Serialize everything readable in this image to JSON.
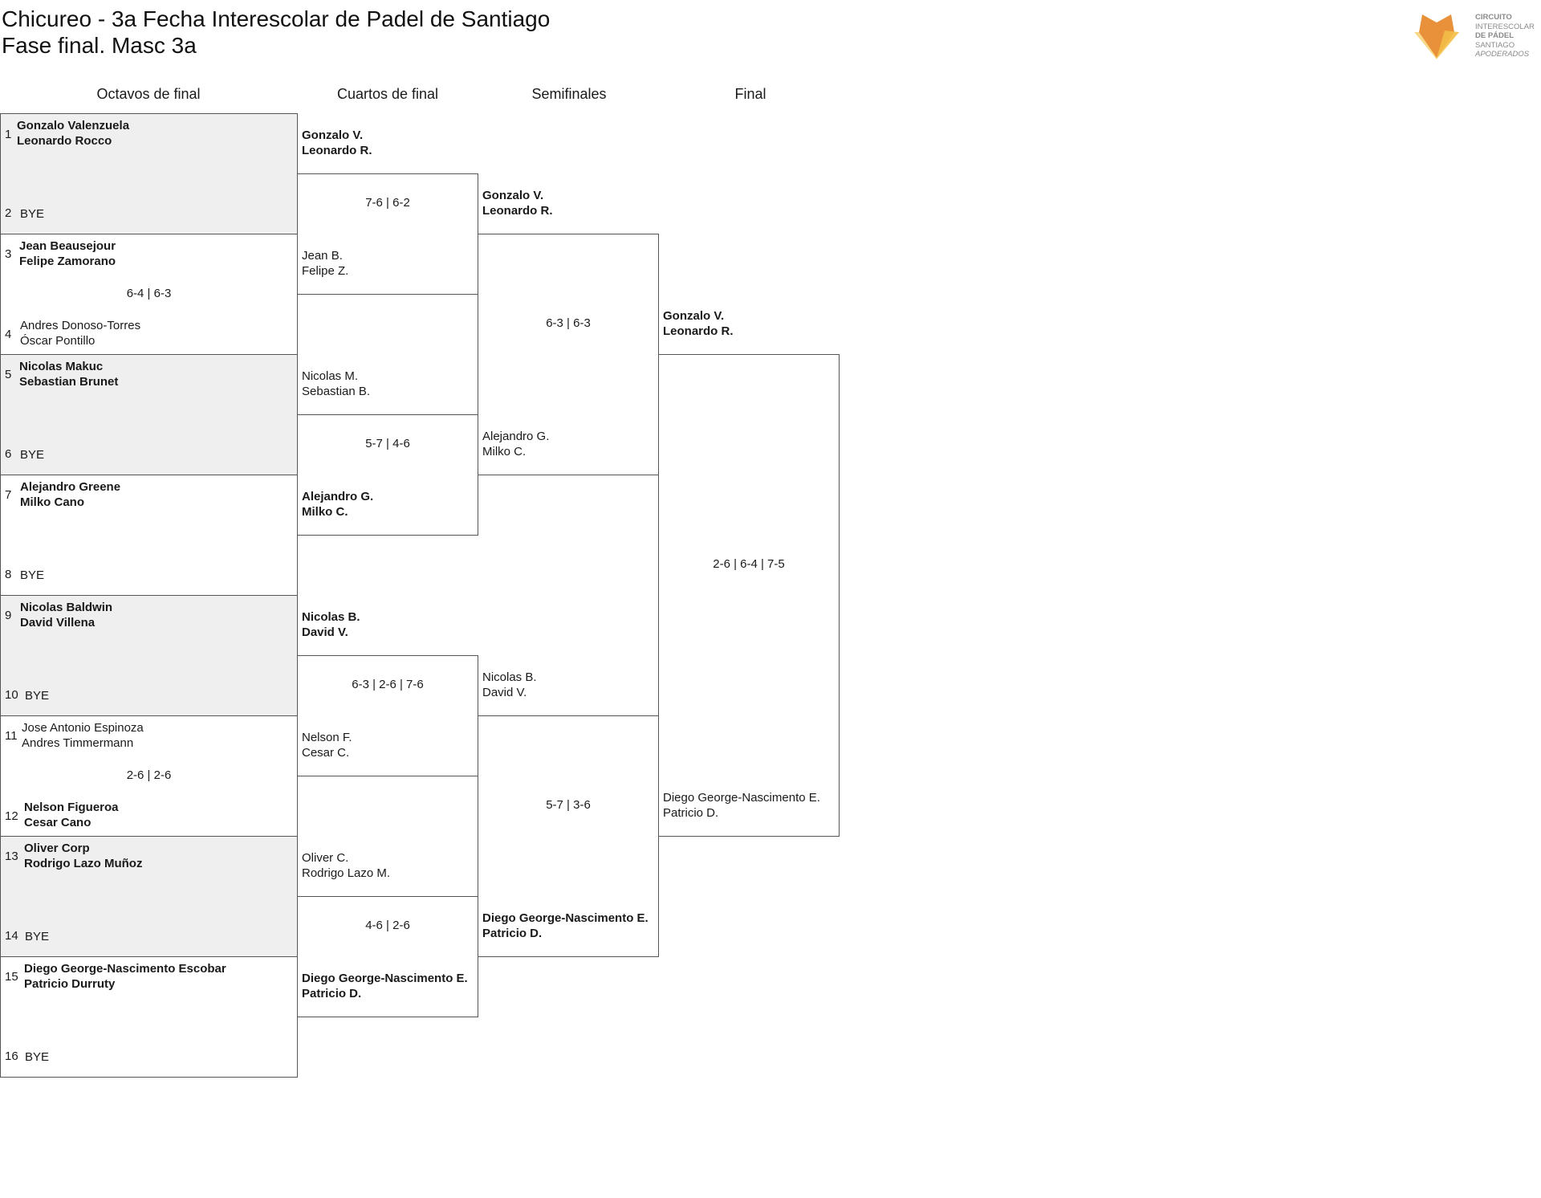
{
  "header": {
    "title": "Chicureo - 3a Fecha Interescolar de Padel de Santiago",
    "subtitle": "Fase final. Masc 3a"
  },
  "logo": {
    "lines": [
      "CIRCUITO",
      "INTERESCOLAR",
      "DE PÁDEL",
      "SANTIAGO",
      "APODERADOS"
    ],
    "colors": {
      "orange": "#e8913a",
      "gold": "#f5c04a",
      "light": "#f8d98a"
    }
  },
  "rounds": {
    "r16": "Octavos de final",
    "qf": "Cuartos de final",
    "sf": "Semifinales",
    "final": "Final"
  },
  "r16": {
    "seeds": [
      "1",
      "2",
      "3",
      "4",
      "5",
      "6",
      "7",
      "8",
      "9",
      "10",
      "11",
      "12",
      "13",
      "14",
      "15",
      "16"
    ],
    "p1": {
      "a": "Gonzalo Valenzuela",
      "b": "Leonardo Rocco"
    },
    "p2": {
      "a": "BYE"
    },
    "p3": {
      "a": "Jean Beausejour",
      "b": "Felipe Zamorano"
    },
    "p4": {
      "a": "Andres Donoso-Torres",
      "b": "Óscar Pontillo"
    },
    "p5": {
      "a": "Nicolas Makuc",
      "b": "Sebastian Brunet"
    },
    "p6": {
      "a": "BYE"
    },
    "p7": {
      "a": "Alejandro Greene",
      "b": "Milko Cano"
    },
    "p8": {
      "a": "BYE"
    },
    "p9": {
      "a": "Nicolas Baldwin",
      "b": "David Villena"
    },
    "p10": {
      "a": "BYE"
    },
    "p11": {
      "a": "Jose Antonio Espinoza",
      "b": "Andres Timmermann"
    },
    "p12": {
      "a": "Nelson Figueroa",
      "b": "Cesar Cano"
    },
    "p13": {
      "a": "Oliver Corp",
      "b": "Rodrigo Lazo Muñoz"
    },
    "p14": {
      "a": "BYE"
    },
    "p15": {
      "a": "Diego George-Nascimento Escobar",
      "b": "Patricio Durruty"
    },
    "p16": {
      "a": "BYE"
    },
    "scores": {
      "m2": "6-4 | 6-3",
      "m6": "2-6 | 2-6"
    }
  },
  "qf": {
    "t1": {
      "a": "Gonzalo V.",
      "b": "Leonardo R."
    },
    "t2": {
      "a": "Jean B.",
      "b": "Felipe Z."
    },
    "t3": {
      "a": "Nicolas M.",
      "b": "Sebastian B."
    },
    "t4": {
      "a": "Alejandro G.",
      "b": "Milko C."
    },
    "t5": {
      "a": "Nicolas B.",
      "b": "David V."
    },
    "t6": {
      "a": "Nelson F.",
      "b": "Cesar C."
    },
    "t7": {
      "a": "Oliver C.",
      "b": "Rodrigo Lazo M."
    },
    "t8": {
      "a": "Diego George-Nascimento E.",
      "b": "Patricio D."
    },
    "scores": {
      "m1": "7-6 | 6-2",
      "m2": "5-7 | 4-6",
      "m3": "6-3 | 2-6 | 7-6",
      "m4": "4-6 | 2-6"
    }
  },
  "sf": {
    "t1": {
      "a": "Gonzalo V.",
      "b": "Leonardo R."
    },
    "t2": {
      "a": "Alejandro G.",
      "b": "Milko C."
    },
    "t3": {
      "a": "Nicolas B.",
      "b": "David V."
    },
    "t4": {
      "a": "Diego George-Nascimento E.",
      "b": "Patricio D."
    },
    "scores": {
      "m1": "6-3 | 6-3",
      "m2": "5-7 | 3-6"
    }
  },
  "final": {
    "t1": {
      "a": "Gonzalo V.",
      "b": "Leonardo R."
    },
    "t2": {
      "a": "Diego George-Nascimento E.",
      "b": "Patricio D."
    },
    "score": "2-6 | 6-4 | 7-5"
  }
}
